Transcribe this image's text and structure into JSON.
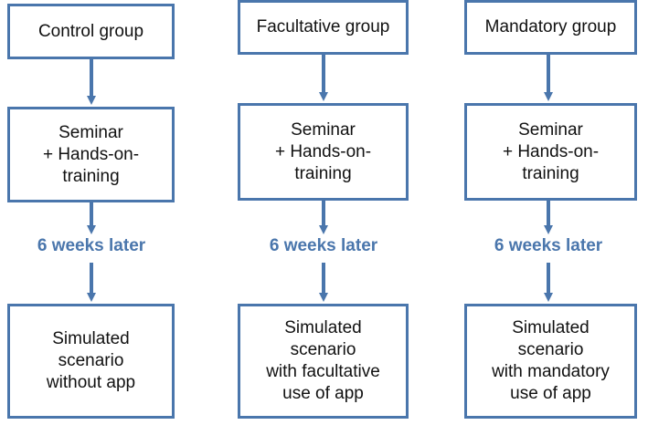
{
  "columns": [
    {
      "group": "Control group",
      "training": "Seminar\n+ Hands-on-\ntraining",
      "interval": "6 weeks later",
      "scenario": "Simulated\nscenario\nwithout app"
    },
    {
      "group": "Facultative group",
      "training": "Seminar\n+ Hands-on-\ntraining",
      "interval": "6 weeks later",
      "scenario": "Simulated\nscenario\nwith facultative\nuse of app"
    },
    {
      "group": "Mandatory group",
      "training": "Seminar\n+ Hands-on-\ntraining",
      "interval": "6 weeks later",
      "scenario": "Simulated\nscenario\nwith mandatory\nuse of app"
    }
  ],
  "colors": {
    "accent": "#4a76ac",
    "text": "#111111"
  }
}
